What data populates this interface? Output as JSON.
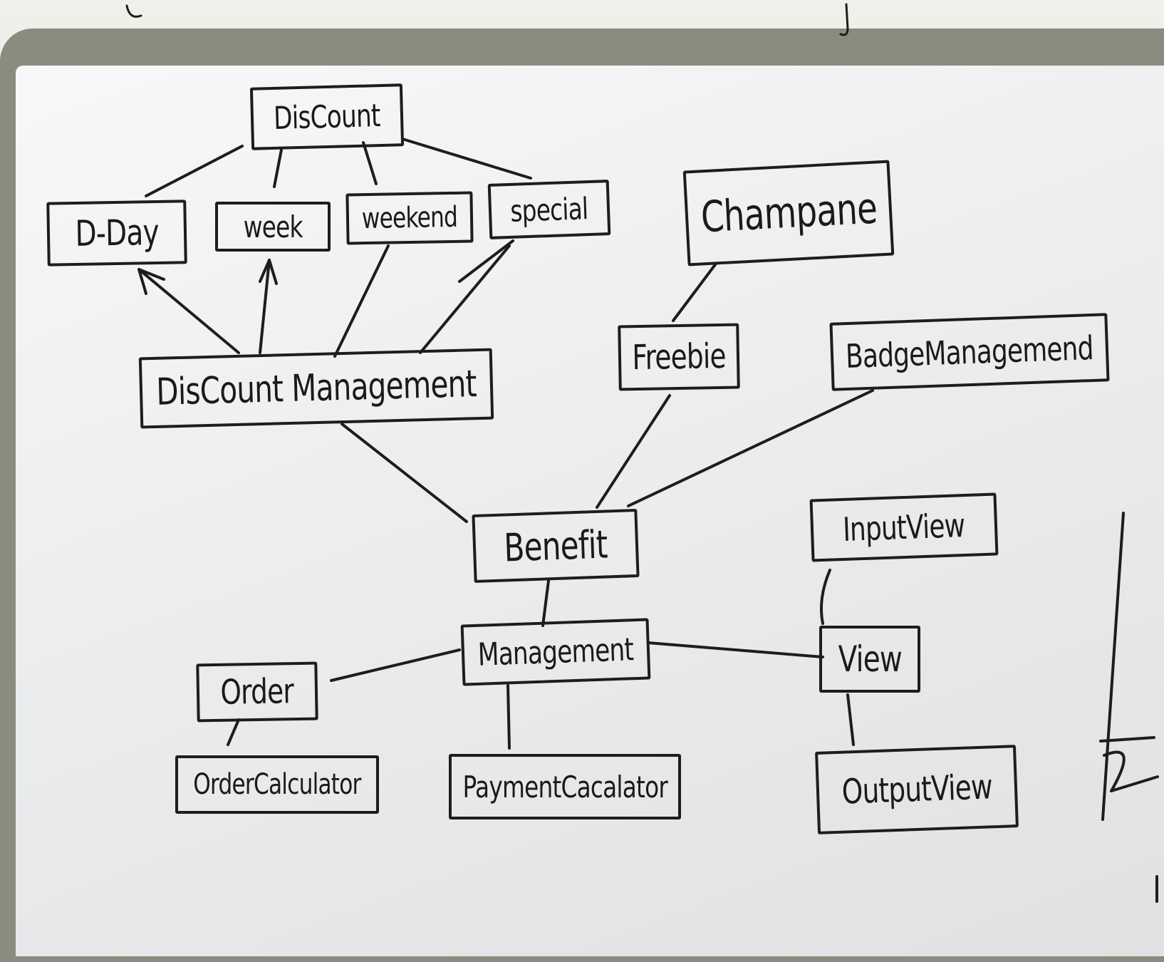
{
  "nodes": {
    "discount": "DisCount",
    "dday": "D-Day",
    "week": "week",
    "weekend": "weekend",
    "special": "special",
    "champagne": "Champane",
    "discount_management": "DisCount Management",
    "freebie": "Freebie",
    "badge_management": "BadgeManagemend",
    "benefit": "Benefit",
    "input_view": "InputView",
    "management": "Management",
    "view": "View",
    "order": "Order",
    "order_calculator": "OrderCalculator",
    "payment_calculator": "PaymentCacalator",
    "output_view": "OutputView"
  },
  "colors": {
    "ink": "#1d1d1d",
    "board": "#f3f4f5",
    "frame": "#8b8b80"
  }
}
